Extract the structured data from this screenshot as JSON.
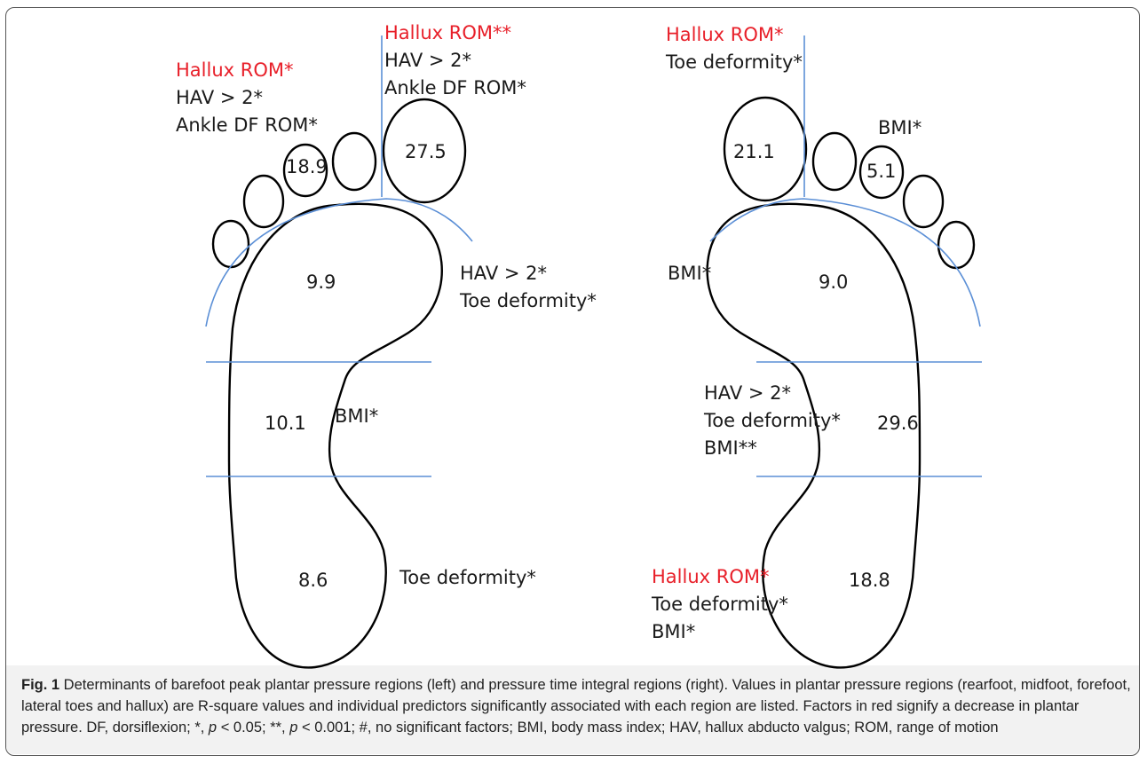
{
  "left_foot": {
    "regions": {
      "hallux": "27.5",
      "lateral_toes": "18.9",
      "forefoot": "9.9",
      "midfoot": "10.1",
      "rearfoot": "8.6"
    },
    "predictors": {
      "hallux": [
        "Hallux ROM**",
        "HAV > 2*",
        "Ankle DF ROM*"
      ],
      "lateral_toes": [
        "Hallux ROM*",
        "HAV > 2*",
        "Ankle DF ROM*"
      ],
      "forefoot": [
        "HAV > 2*",
        "Toe deformity*"
      ],
      "midfoot": [
        "BMI*"
      ],
      "rearfoot": [
        "Toe deformity*"
      ]
    }
  },
  "right_foot": {
    "regions": {
      "hallux": "21.1",
      "lateral_toes": "5.1",
      "forefoot": "9.0",
      "midfoot": "29.6",
      "rearfoot": "18.8"
    },
    "predictors": {
      "hallux": [
        "Hallux ROM*",
        "Toe deformity*"
      ],
      "lateral_toes": [
        "BMI*"
      ],
      "forefoot": [
        "BMI*"
      ],
      "midfoot": [
        "HAV > 2*",
        "Toe deformity*",
        "BMI**"
      ],
      "rearfoot": [
        "Hallux ROM*",
        "Toe deformity*",
        "BMI*"
      ]
    }
  },
  "caption": {
    "label": "Fig. 1",
    "part1": " Determinants of barefoot peak plantar pressure regions (left) and pressure time integral regions (right). Values in plantar pressure regions (rearfoot, midfoot, forefoot, lateral toes and hallux) are R-square values and individual predictors significantly associated with each region are listed. Factors in red signify a decrease in plantar pressure. DF, dorsiflexion; *, ",
    "p": "p",
    "part2": " < 0.05; **, ",
    "part3": " < 0.001; #, no significant factors; BMI, body mass index; HAV, hallux abducto valgus; ROM, range of motion"
  },
  "colors": {
    "decrease_factor": "#e8202a",
    "region_line": "#5b8fd6",
    "outline": "#000000",
    "caption_bg": "#f2f2f2"
  }
}
